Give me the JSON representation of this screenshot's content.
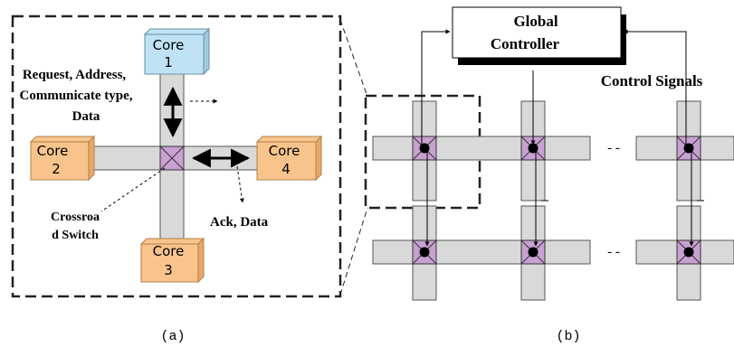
{
  "panel_a": {
    "caption": "(a)",
    "cores": [
      {
        "line1": "Core",
        "line2": "1",
        "color": "#bfe3f5"
      },
      {
        "line1": "Core",
        "line2": "2",
        "color": "#f9c48b"
      },
      {
        "line1": "Core",
        "line2": "3",
        "color": "#f9c48b"
      },
      {
        "line1": "Core",
        "line2": "4",
        "color": "#f9c48b"
      }
    ],
    "labels": {
      "request_lines": [
        "Request, Address,",
        "Communicate type,",
        "Data"
      ],
      "ack": "Ack, Data",
      "switch_lines": [
        "Crossroa",
        "d Switch"
      ]
    }
  },
  "panel_b": {
    "caption": "(b)",
    "controller_lines": [
      "Global",
      "Controller"
    ],
    "control_signals": "Control Signals",
    "ellipsis": "- -"
  },
  "colors": {
    "router": "#c9a0d2",
    "link": "#d9d9d9",
    "core_blue": "#bfe3f5",
    "core_orange": "#f9c48b"
  }
}
